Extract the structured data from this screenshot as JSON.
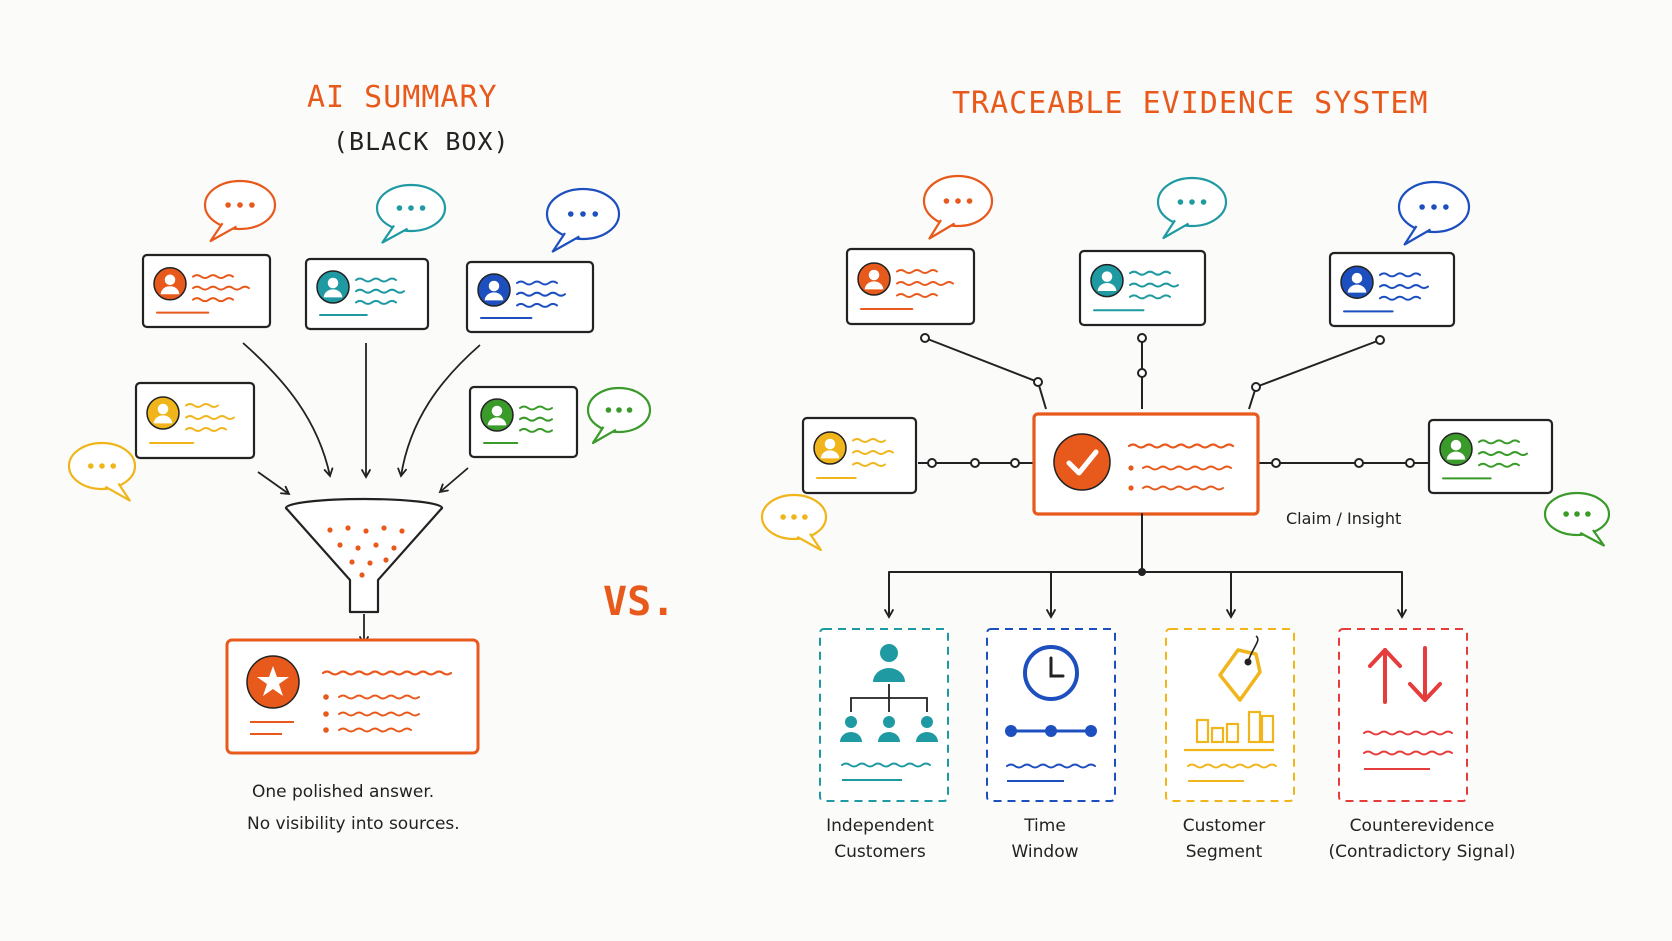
{
  "left": {
    "title": "AI SUMMARY",
    "subtitle": "(BLACK BOX)",
    "caption_line1": "One polished answer.",
    "caption_line2": "No visibility into sources."
  },
  "vs_label": "VS.",
  "right": {
    "title": "TRACEABLE EVIDENCE SYSTEM",
    "claim_label": "Claim / Insight",
    "categories": [
      {
        "line1": "Independent",
        "line2": "Customers"
      },
      {
        "line1": "Time",
        "line2": "Window"
      },
      {
        "line1": "Customer",
        "line2": "Segment"
      },
      {
        "line1": "Counterevidence",
        "line2": "(Contradictory Signal)"
      }
    ]
  },
  "colors": {
    "orange": "#e8591c",
    "teal": "#1f9aa2",
    "blue": "#1d4fbf",
    "yellow": "#f0b51b",
    "green": "#3a9a2a",
    "red": "#e53c3c",
    "ink": "#222222"
  },
  "icons": [
    "chat-bubble-icon",
    "person-icon",
    "funnel-icon",
    "star-icon",
    "check-icon",
    "hierarchy-icon",
    "clock-icon",
    "price-tag-icon",
    "arrows-up-down-icon"
  ]
}
